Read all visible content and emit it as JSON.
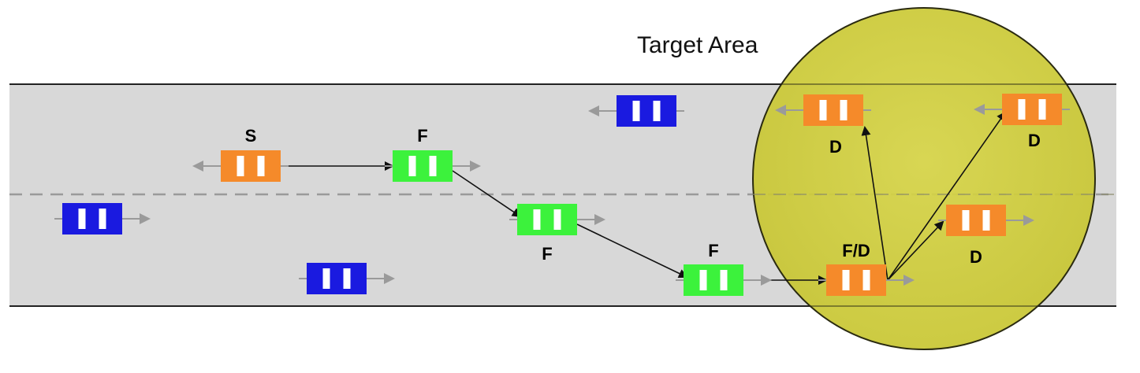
{
  "title": "Target Area",
  "colors": {
    "road": "#d8d8d8",
    "road_edge": "#222222",
    "lane_divider": "#9a9a9a",
    "target_fill": "#cfcd3d",
    "target_stroke": "#2a2a10",
    "source_vehicle": "#f58a2a",
    "forwarder_vehicle": "#3cf23c",
    "other_vehicle": "#1a1ae0",
    "heading_arrow": "#9a9a9a",
    "link_arrow": "#111111"
  },
  "legend_codes": {
    "S": "S",
    "F": "F",
    "F/D": "F/D",
    "D": "D"
  },
  "vehicles": [
    {
      "id": "b1",
      "kind": "other",
      "label": "",
      "heading": "right"
    },
    {
      "id": "b2",
      "kind": "other",
      "label": "",
      "heading": "right"
    },
    {
      "id": "b3",
      "kind": "other",
      "label": "",
      "heading": "left"
    },
    {
      "id": "s",
      "kind": "source",
      "label": "S",
      "heading": "left"
    },
    {
      "id": "f1",
      "kind": "forwarder",
      "label": "F",
      "heading": "right"
    },
    {
      "id": "f2",
      "kind": "forwarder",
      "label": "F",
      "heading": "right"
    },
    {
      "id": "f3",
      "kind": "forwarder",
      "label": "F",
      "heading": "right"
    },
    {
      "id": "fd",
      "kind": "source",
      "label": "F/D",
      "heading": "right"
    },
    {
      "id": "d1",
      "kind": "source",
      "label": "D",
      "heading": "left"
    },
    {
      "id": "d2",
      "kind": "source",
      "label": "D",
      "heading": "left"
    },
    {
      "id": "d3",
      "kind": "source",
      "label": "D",
      "heading": "right"
    }
  ],
  "links": [
    {
      "from": "s",
      "to": "f1"
    },
    {
      "from": "f1",
      "to": "f2"
    },
    {
      "from": "f2",
      "to": "f3"
    },
    {
      "from": "f3",
      "to": "fd"
    },
    {
      "from": "fd",
      "to": "d1"
    },
    {
      "from": "fd",
      "to": "d2"
    },
    {
      "from": "fd",
      "to": "d3"
    }
  ]
}
